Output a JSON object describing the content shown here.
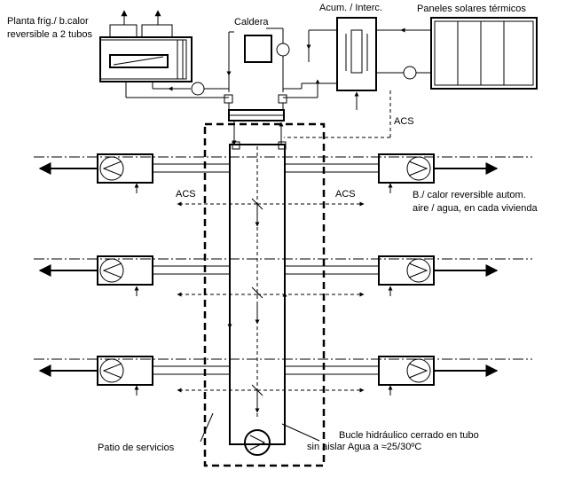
{
  "labels": {
    "planta_line1": "Planta frig./ b.calor",
    "planta_line2": "reversible a 2 tubos",
    "caldera": "Caldera",
    "acumulador": "Acum. / Interc.",
    "paneles": "Paneles solares térmicos",
    "acs_top": "ACS",
    "acs_left": "ACS",
    "acs_right": "ACS",
    "bomba_line1": "B./ calor reversible autom.",
    "bomba_line2": "aire / agua, en cada vivienda",
    "patio": "Patio de servicios",
    "bucle_line1": "Bucle  hidráulico cerrado en  tubo",
    "bucle_line2": "sin aislar  Agua a ≈25/30ºC"
  },
  "colors": {
    "line": "#000000",
    "heat_pump_fill": "#c8f0f8",
    "background": "#ffffff"
  }
}
